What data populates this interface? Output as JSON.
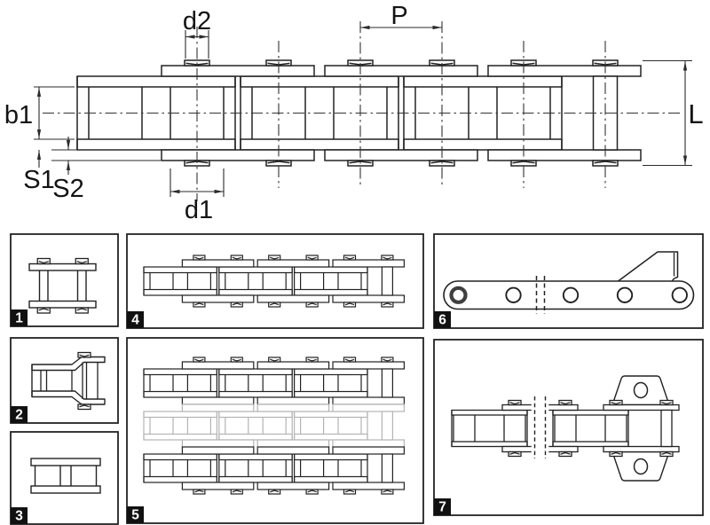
{
  "drawing": {
    "labels": {
      "d2": "d2",
      "p": "P",
      "b1": "b1",
      "s1": "S1",
      "s2": "S2",
      "d1": "d1",
      "l": "L"
    }
  },
  "panels": [
    {
      "number": "1"
    },
    {
      "number": "2"
    },
    {
      "number": "3"
    },
    {
      "number": "4"
    },
    {
      "number": "5"
    },
    {
      "number": "6"
    },
    {
      "number": "7"
    }
  ],
  "colors": {
    "line": "#222222",
    "dim_line": "#2b2b2b",
    "light_strand": "#b4b4b4",
    "ring_hole": "#3f3f3f",
    "badge_bg": "#111111",
    "badge_text": "#ffffff",
    "background": "#ffffff"
  }
}
